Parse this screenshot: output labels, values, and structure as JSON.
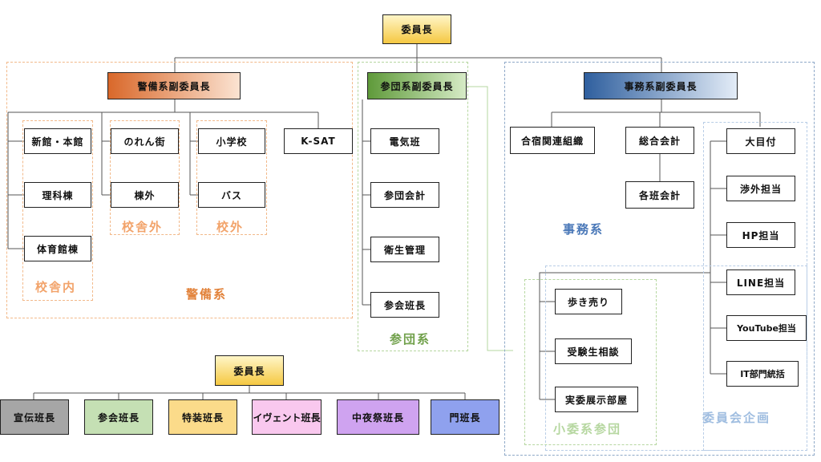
{
  "top": {
    "chair": "委員長"
  },
  "security": {
    "vice": "警備系副委員長",
    "group_label": "警備系",
    "inside": {
      "label": "校舎内",
      "items": [
        "新館・本館",
        "理科棟",
        "体育館棟"
      ]
    },
    "outside": {
      "label": "校舎外",
      "items": [
        "のれん街",
        "棟外"
      ]
    },
    "offcampus": {
      "label": "校外",
      "items": [
        "小学校",
        "バス"
      ]
    },
    "ksat": "K-SAT"
  },
  "participation": {
    "vice": "参団系副委員長",
    "group_label": "参団系",
    "items": [
      "電気班",
      "参団会計",
      "衛生管理",
      "参会班長"
    ]
  },
  "office": {
    "vice": "事務系副委員長",
    "group_label": "事務系",
    "items": [
      "合宿関連組織",
      "総合会計",
      "各班会計"
    ]
  },
  "planning": {
    "group_label": "委員会企画",
    "items": [
      "大目付",
      "渉外担当",
      "HP担当",
      "LINE担当",
      "YouTube担当",
      "IT部門統括"
    ]
  },
  "small": {
    "group_label": "小委系参団",
    "items": [
      "歩き売り",
      "受験生相談",
      "実委展示部屋"
    ]
  },
  "bottom": {
    "chair": "委員長",
    "heads": [
      "宣伝班長",
      "参会班長",
      "特装班長",
      "イヴェント班長",
      "中夜祭班長",
      "門班長"
    ]
  },
  "colors": {
    "gold": "#f5c842",
    "orange": "#e2823a",
    "green": "#70a04a",
    "blue": "#4a78b8",
    "light_orange": "#f2b98a",
    "light_green": "#b6d7a0",
    "light_blue": "#9fbde0",
    "gray": "#a6a6a6",
    "pink": "#f9c8ee",
    "lavender": "#cfa3f0",
    "periwinkle": "#8fa1ee",
    "yellow": "#fbdb8a",
    "mint": "#c5e0b4"
  }
}
